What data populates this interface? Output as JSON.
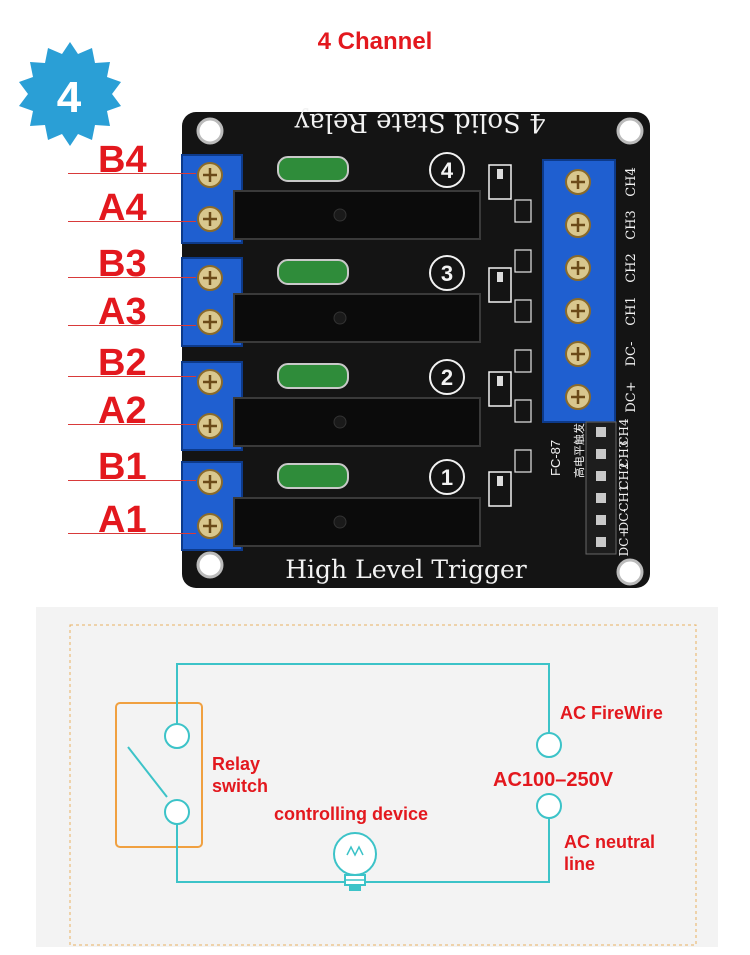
{
  "title": "4 Channel",
  "badge": {
    "number": "4",
    "color": "#2a9fd6"
  },
  "terminal_labels": [
    "B4",
    "A4",
    "B3",
    "A3",
    "B2",
    "A2",
    "B1",
    "A1"
  ],
  "board": {
    "header_text": "4 Solid State Relay",
    "footer_text": "High Level Trigger",
    "channel_numbers": [
      "4",
      "3",
      "2",
      "1"
    ],
    "input_terminals": [
      "CH4",
      "CH3",
      "CH2",
      "CH1",
      "DC-",
      "DC+"
    ],
    "pin_labels": [
      "CH4",
      "CH3",
      "CH2",
      "CH1",
      "DC-",
      "DC+"
    ],
    "model_text": "FC-87",
    "trigger_cn": "高电平触发",
    "colors": {
      "pcb": "#141414",
      "terminal": "#1f5fd0",
      "silk": "#f2f2f2",
      "fuse": "#2f8c3a"
    }
  },
  "circuit": {
    "relay_label": "Relay\nswitch",
    "device_label": "controlling device",
    "fire_label": "AC FireWire",
    "voltage_label": "AC100–250V",
    "neutral_label": "AC neutral\nline",
    "wire_color": "#3cc3c8",
    "box_color": "#f0a040",
    "border_color": "#e8b060"
  }
}
